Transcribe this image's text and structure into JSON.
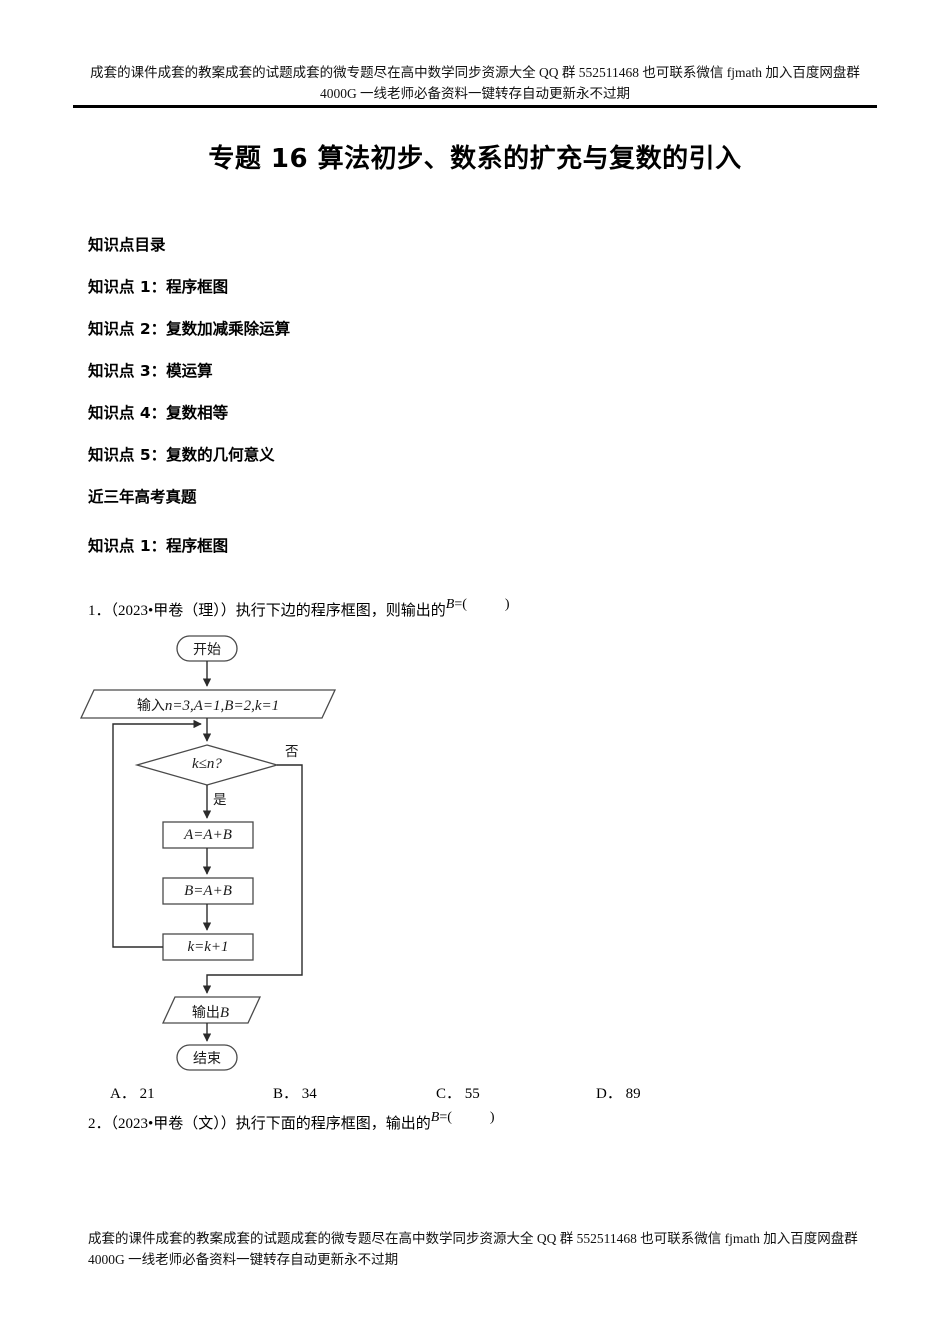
{
  "page": {
    "header_note": "成套的课件成套的教案成套的试题成套的微专题尽在高中数学同步资源大全 QQ 群 552511468 也可联系微信 fjmath 加入百度网盘群 4000G 一线老师必备资料一键转存自动更新永不过期",
    "footer_note": "成套的课件成套的教案成套的试题成套的微专题尽在高中数学同步资源大全 QQ 群 552511468 也可联系微信 fjmath 加入百度网盘群 4000G 一线老师必备资料一键转存自动更新永不过期",
    "title": "专题 16 算法初步、数系的扩充与复数的引入"
  },
  "toc": {
    "heading": "知识点目录",
    "items": [
      "知识点 1：程序框图",
      "知识点 2：复数加减乘除运算",
      "知识点 3：模运算",
      "知识点 4：复数相等",
      "知识点 5：复数的几何意义"
    ],
    "exam_heading": "近三年高考真题"
  },
  "section": {
    "heading": "知识点 1：程序框图"
  },
  "questions": [
    {
      "number": "1．",
      "source": "（2023•甲卷（理））",
      "text": "执行下边的程序框图，则输出的",
      "equation_var": "B",
      "equation_tail": "=(",
      "equation_close": ")"
    },
    {
      "number": "2．",
      "source": "（2023•甲卷（文））",
      "text": "执行下面的程序框图，输出的",
      "equation_var": "B",
      "equation_tail": "=(",
      "equation_close": ")"
    }
  ],
  "options": [
    {
      "key": "A．",
      "value": "21"
    },
    {
      "key": "B．",
      "value": "34"
    },
    {
      "key": "C．",
      "value": "55"
    },
    {
      "key": "D．",
      "value": "89"
    }
  ],
  "flowchart": {
    "start": "开始",
    "input": "输入 n=3,A=1,B=2,k=1",
    "input_parts": {
      "prefix": "输入",
      "body": "n=3,A=1,B=2,k=1"
    },
    "decision": "k≤n?",
    "branch_no": "否",
    "branch_yes": "是",
    "step1": "A=A+B",
    "step2": "B=A+B",
    "step3": "k=k+1",
    "output": "输出B",
    "output_parts": {
      "prefix": "输出",
      "var": "B"
    },
    "end": "结束",
    "stroke_color": "#2b2b2b"
  }
}
